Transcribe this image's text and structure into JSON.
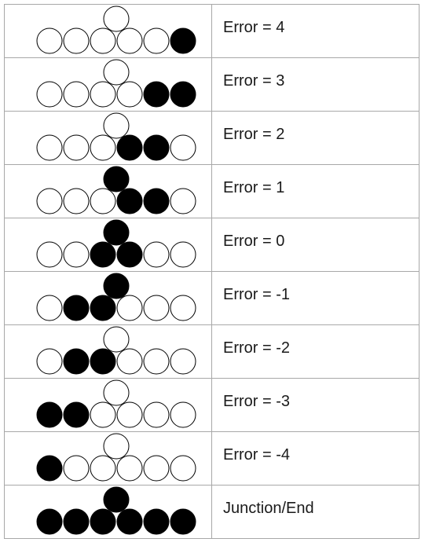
{
  "rows": [
    {
      "label": "Error = 4",
      "top": 0,
      "bottom": [
        0,
        0,
        0,
        0,
        0,
        1
      ]
    },
    {
      "label": "Error = 3",
      "top": 0,
      "bottom": [
        0,
        0,
        0,
        0,
        1,
        1
      ]
    },
    {
      "label": "Error = 2",
      "top": 0,
      "bottom": [
        0,
        0,
        0,
        1,
        1,
        0
      ]
    },
    {
      "label": "Error = 1",
      "top": 1,
      "bottom": [
        0,
        0,
        0,
        1,
        1,
        0
      ]
    },
    {
      "label": "Error = 0",
      "top": 1,
      "bottom": [
        0,
        0,
        1,
        1,
        0,
        0
      ]
    },
    {
      "label": "Error = -1",
      "top": 1,
      "bottom": [
        0,
        1,
        1,
        0,
        0,
        0
      ]
    },
    {
      "label": "Error = -2",
      "top": 0,
      "bottom": [
        0,
        1,
        1,
        0,
        0,
        0
      ]
    },
    {
      "label": "Error = -3",
      "top": 0,
      "bottom": [
        1,
        1,
        0,
        0,
        0,
        0
      ]
    },
    {
      "label": "Error = -4",
      "top": 0,
      "bottom": [
        1,
        0,
        0,
        0,
        0,
        0
      ]
    },
    {
      "label": "Junction/End",
      "top": 1,
      "bottom": [
        1,
        1,
        1,
        1,
        1,
        1
      ]
    }
  ],
  "colors": {
    "active": "#000000",
    "inactive": "#ffffff",
    "outline": "#000000",
    "border": "#a8a8a8"
  }
}
